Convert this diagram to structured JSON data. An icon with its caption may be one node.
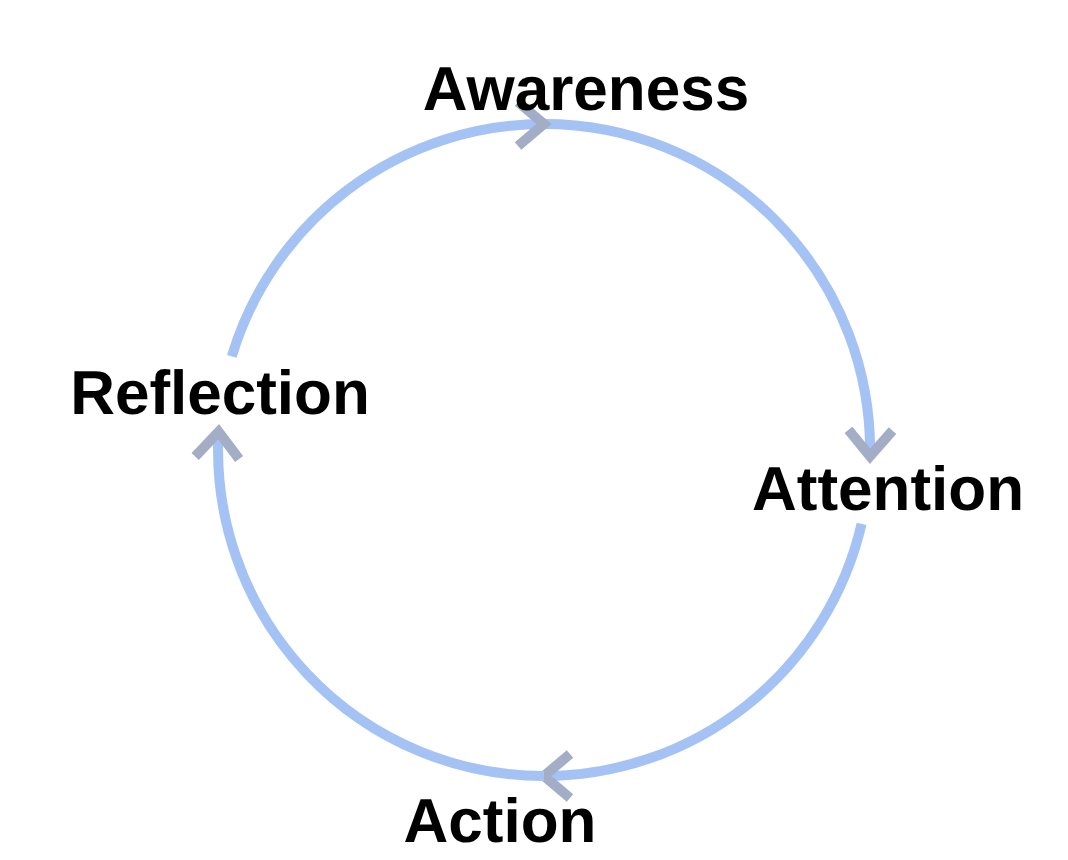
{
  "diagram": {
    "nodes": [
      {
        "text": [
          "Awareness"
        ]
      },
      {
        "text": [
          "Attention"
        ]
      },
      {
        "text": [
          "Action"
        ]
      },
      {
        "text": [
          "Reflection"
        ]
      }
    ],
    "edges": [
      {
        "from": 0,
        "to": 1,
        "arrow": "to"
      },
      {
        "from": 1,
        "to": 2,
        "arrow": "to"
      },
      {
        "from": 2,
        "to": 3,
        "arrow": "to"
      },
      {
        "from": 3,
        "to": 0,
        "arrow": "to"
      }
    ]
  }
}
